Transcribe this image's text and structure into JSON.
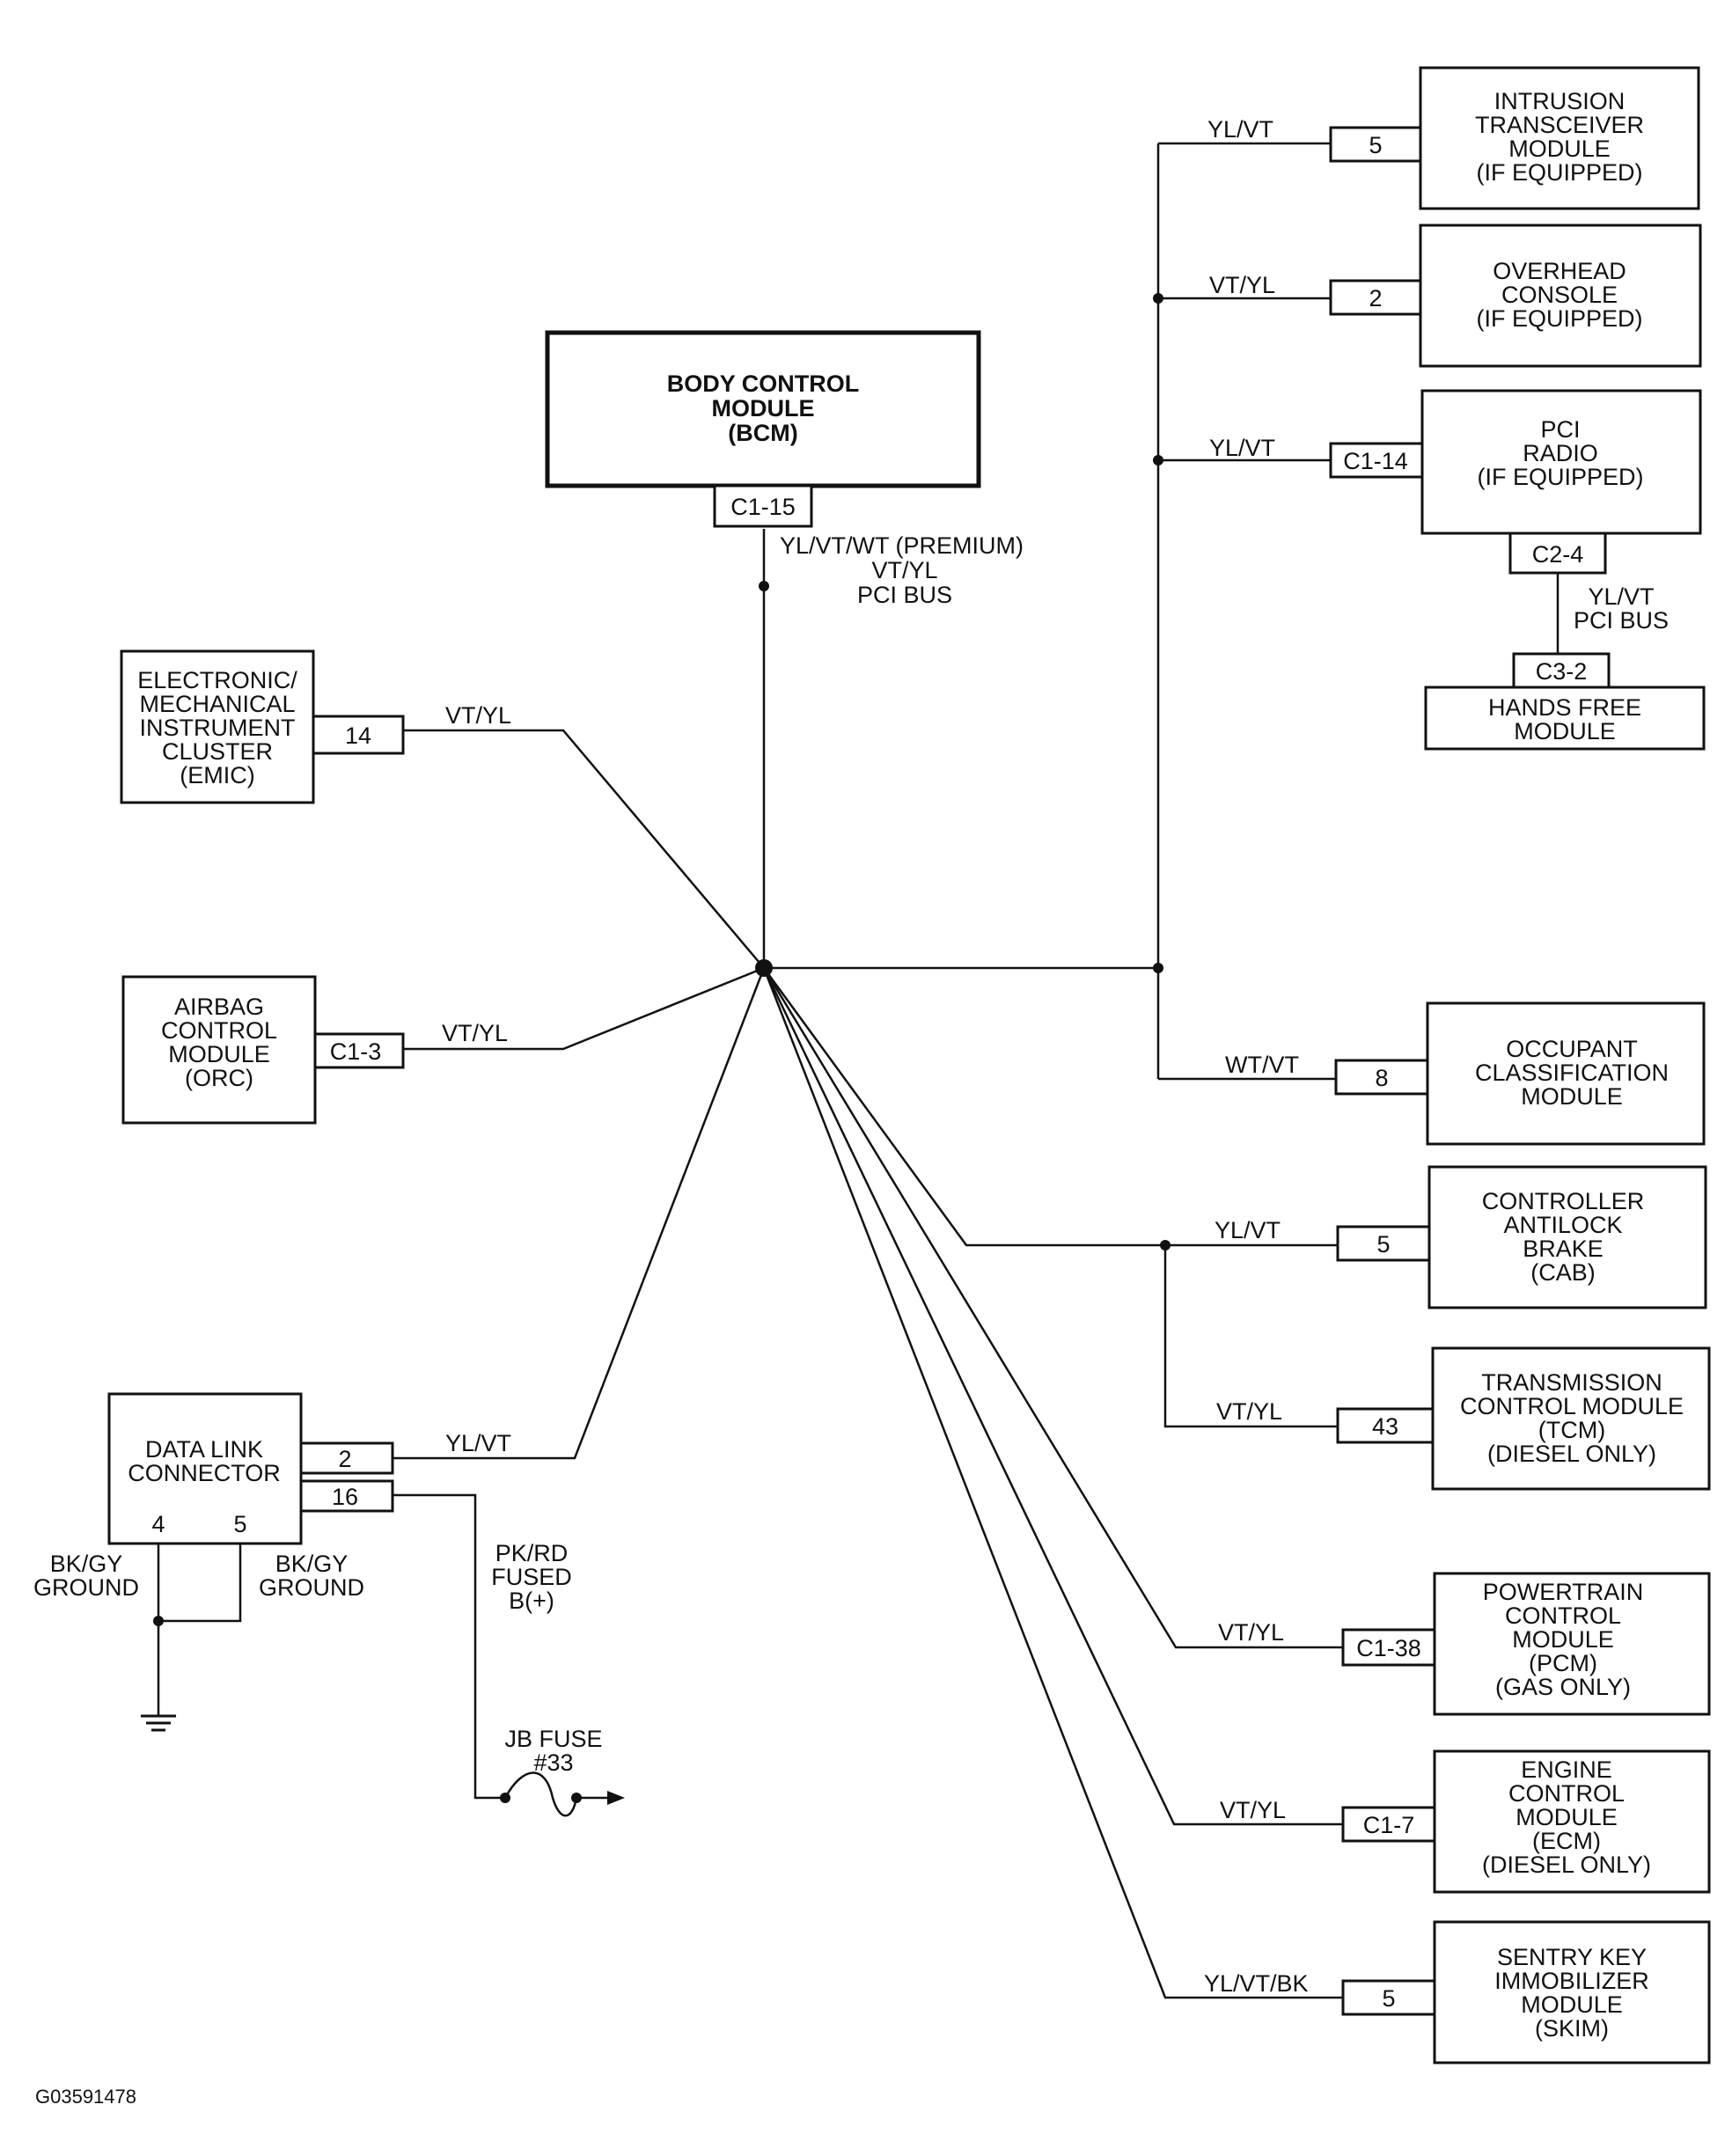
{
  "diagram_id": "G03591478",
  "bcm": {
    "lines": [
      "BODY CONTROL",
      "MODULE",
      "(BCM)"
    ],
    "pin": "C1-15",
    "wire_lines": [
      "YL/VT/WT (PREMIUM)",
      "VT/YL",
      "PCI BUS"
    ]
  },
  "emic": {
    "lines": [
      "ELECTRONIC/",
      "MECHANICAL",
      "INSTRUMENT",
      "CLUSTER",
      "(EMIC)"
    ],
    "pin": "14",
    "wire": "VT/YL"
  },
  "orc": {
    "lines": [
      "AIRBAG",
      "CONTROL",
      "MODULE",
      "(ORC)"
    ],
    "pin": "C1-3",
    "wire": "VT/YL"
  },
  "dlc": {
    "lines": [
      "DATA LINK",
      "CONNECTOR"
    ],
    "pin_2": "2",
    "wire_2": "YL/VT",
    "pin_16": "16",
    "wire_16_lines": [
      "PK/RD",
      "FUSED",
      "B(+)"
    ],
    "pin_4": "4",
    "pin_5": "5",
    "gnd_left_lines": [
      "BK/GY",
      "GROUND"
    ],
    "gnd_right_lines": [
      "BK/GY",
      "GROUND"
    ],
    "fuse_lines": [
      "JB FUSE",
      "#33"
    ]
  },
  "itm": {
    "lines": [
      "INTRUSION",
      "TRANSCEIVER",
      "MODULE",
      "(IF EQUIPPED)"
    ],
    "pin": "5",
    "wire": "YL/VT"
  },
  "ohc": {
    "lines": [
      "OVERHEAD",
      "CONSOLE",
      "(IF EQUIPPED)"
    ],
    "pin": "2",
    "wire": "VT/YL"
  },
  "radio": {
    "lines": [
      "PCI",
      "RADIO",
      "(IF EQUIPPED)"
    ],
    "pin": "C1-14",
    "wire": "YL/VT",
    "pin_bottom": "C2-4",
    "link_lines": [
      "YL/VT",
      "PCI BUS"
    ]
  },
  "hfm": {
    "lines": [
      "HANDS FREE",
      "MODULE"
    ],
    "pin": "C3-2"
  },
  "ocm": {
    "lines": [
      "OCCUPANT",
      "CLASSIFICATION",
      "MODULE"
    ],
    "pin": "8",
    "wire": "WT/VT"
  },
  "cab": {
    "lines": [
      "CONTROLLER",
      "ANTILOCK",
      "BRAKE",
      "(CAB)"
    ],
    "pin": "5",
    "wire": "YL/VT"
  },
  "tcm": {
    "lines": [
      "TRANSMISSION",
      "CONTROL MODULE",
      "(TCM)",
      "(DIESEL ONLY)"
    ],
    "pin": "43",
    "wire": "VT/YL"
  },
  "pcm": {
    "lines": [
      "POWERTRAIN",
      "CONTROL",
      "MODULE",
      "(PCM)",
      "(GAS ONLY)"
    ],
    "pin": "C1-38",
    "wire": "VT/YL"
  },
  "ecm": {
    "lines": [
      "ENGINE",
      "CONTROL",
      "MODULE",
      "(ECM)",
      "(DIESEL ONLY)"
    ],
    "pin": "C1-7",
    "wire": "VT/YL"
  },
  "skim": {
    "lines": [
      "SENTRY KEY",
      "IMMOBILIZER",
      "MODULE",
      "(SKIM)"
    ],
    "pin": "5",
    "wire": "YL/VT/BK"
  }
}
